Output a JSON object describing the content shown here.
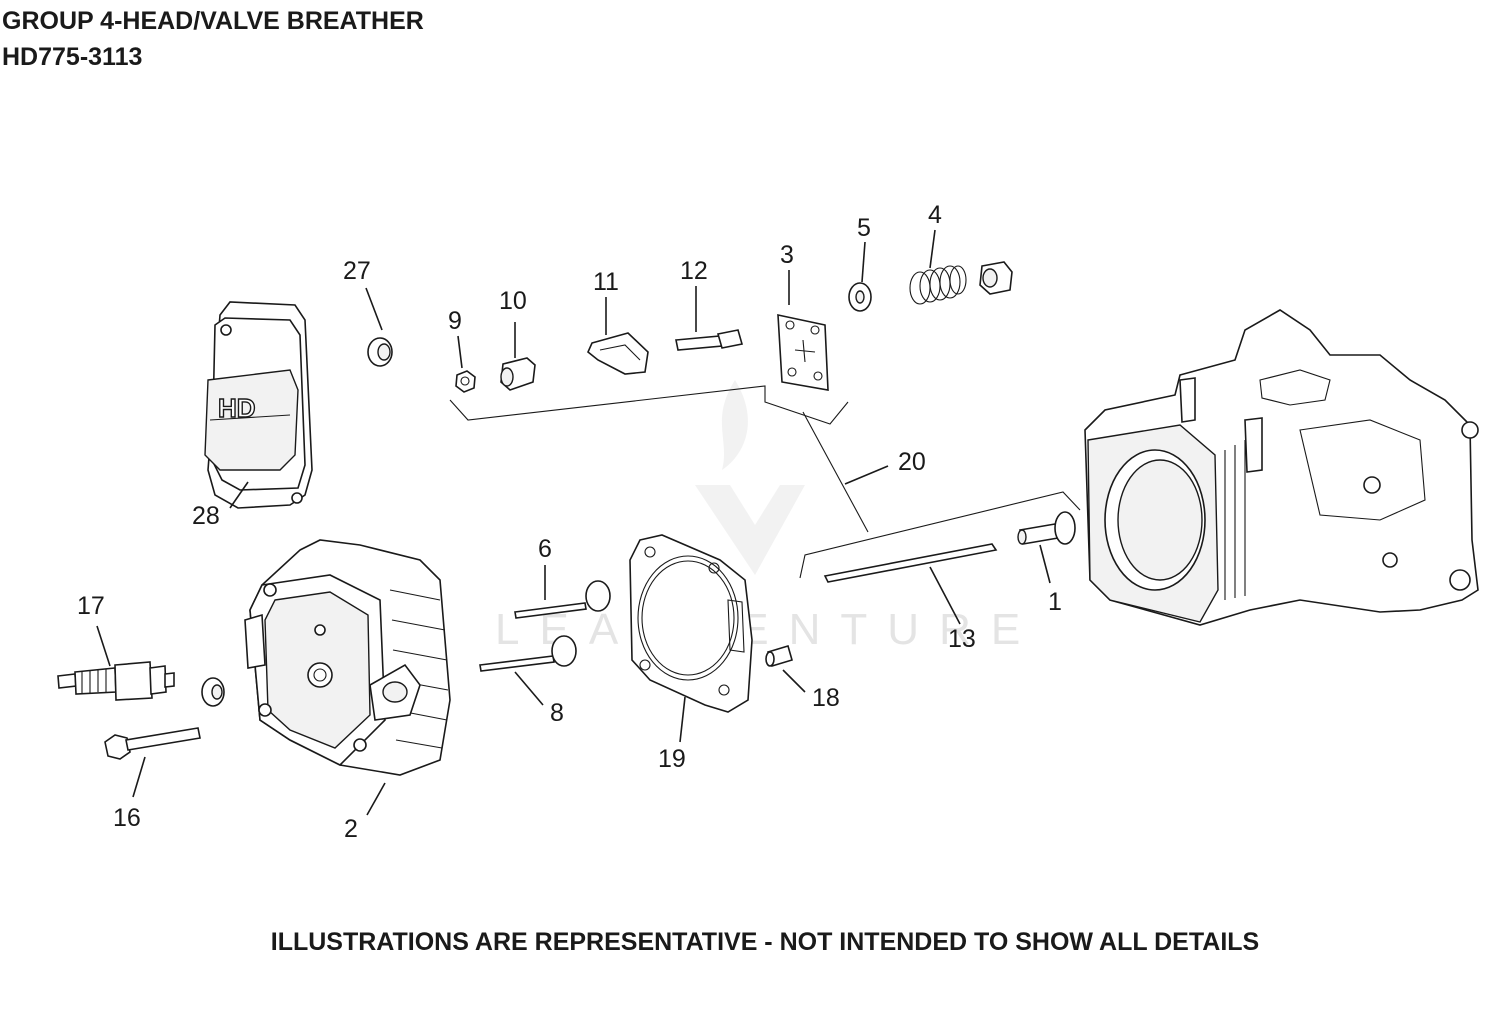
{
  "header": {
    "title": "GROUP 4-HEAD/VALVE BREATHER",
    "code": "HD775-3113"
  },
  "footer": {
    "disclaimer": "ILLUSTRATIONS ARE REPRESENTATIVE - NOT INTENDED TO SHOW ALL DETAILS"
  },
  "watermark": {
    "text": "LEADVENTURE"
  },
  "logo": {
    "text": "HD"
  },
  "callouts": [
    "27",
    "9",
    "10",
    "11",
    "12",
    "3",
    "5",
    "4",
    "28",
    "20",
    "6",
    "17",
    "1",
    "13",
    "8",
    "18",
    "19",
    "16",
    "2"
  ]
}
